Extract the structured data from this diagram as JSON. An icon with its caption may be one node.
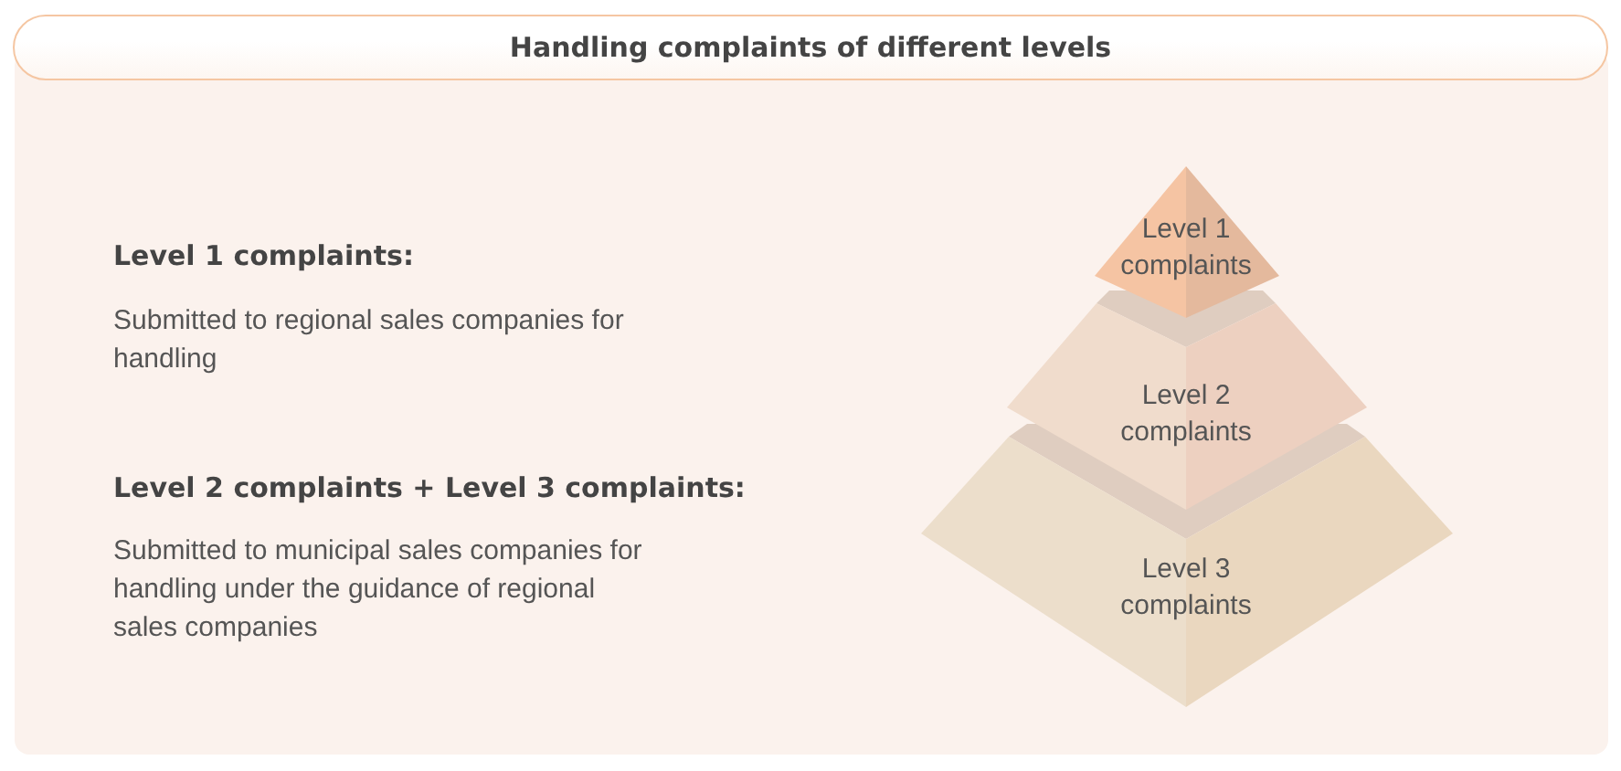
{
  "diagram": {
    "title": "Handling complaints of different levels",
    "nodes": [
      {
        "text": [
          "Level 1 complaints"
        ]
      },
      {
        "text": [
          "Level 2 complaints"
        ]
      },
      {
        "text": [
          "Level 3 complaints"
        ]
      }
    ],
    "labels": [
      "Level 1 complaints:",
      "Submitted to regional sales companies for handling",
      "Level 2 complaints + Level 3 complaints:",
      "Submitted to municipal sales companies for handling under the guidance of regional sales companies"
    ]
  }
}
